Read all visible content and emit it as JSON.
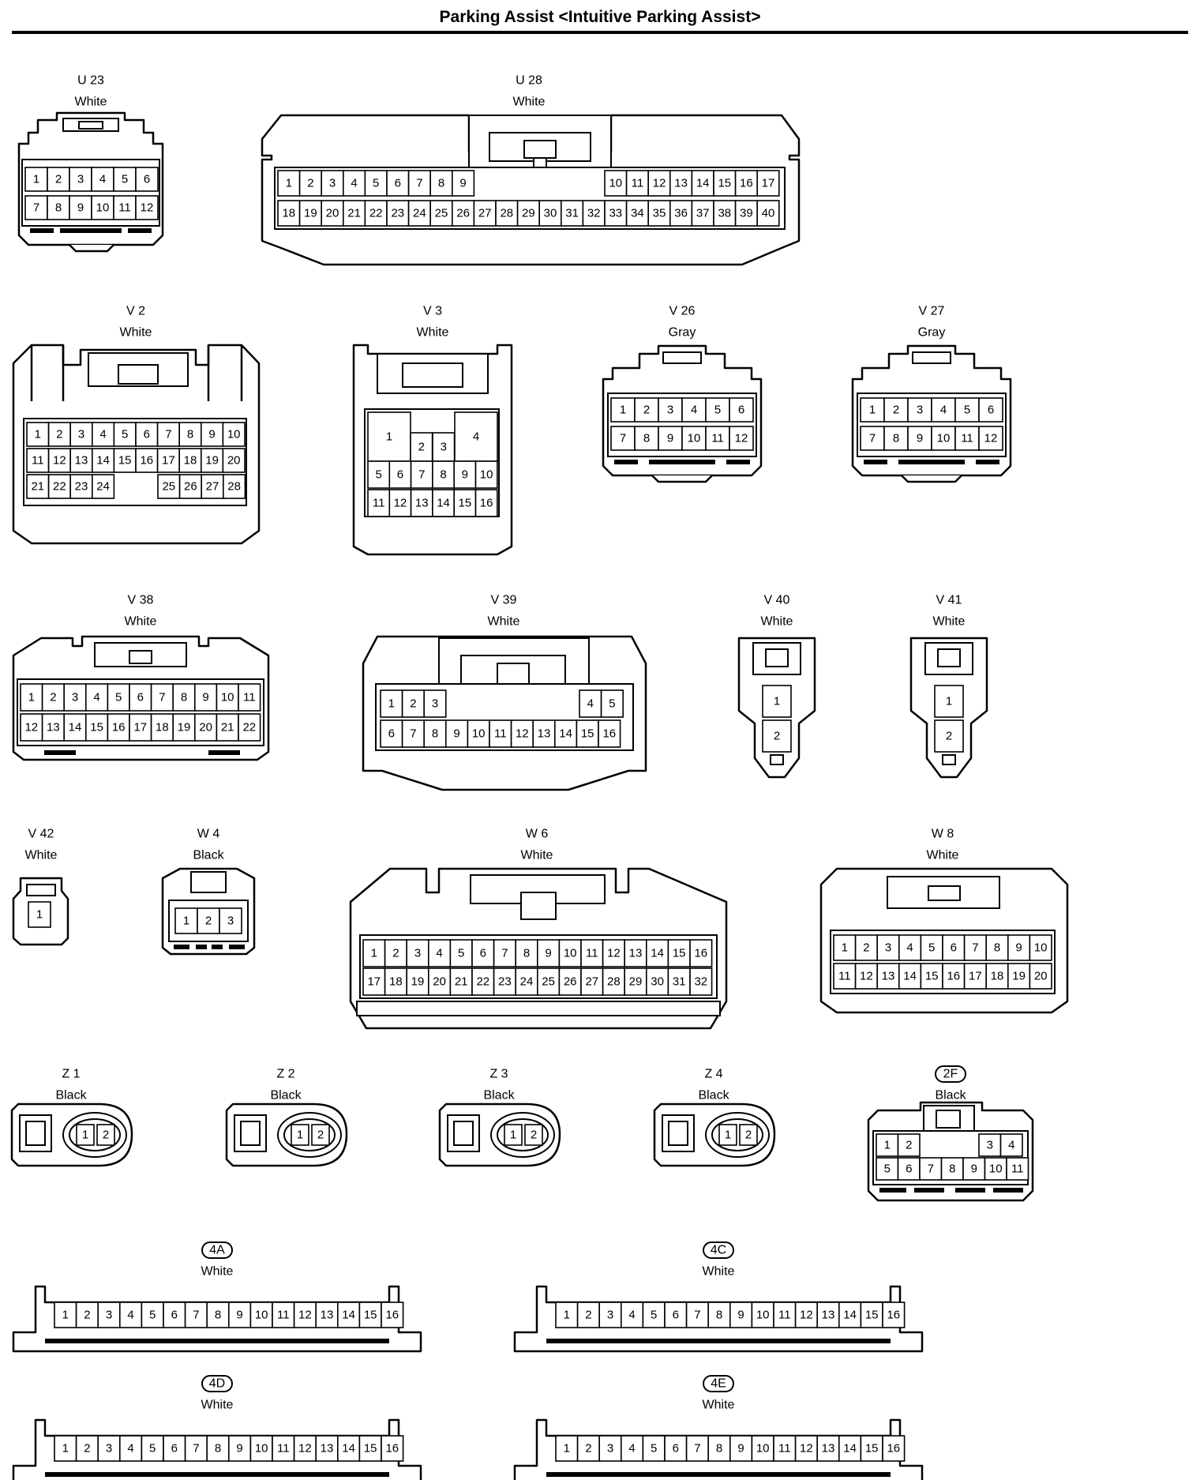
{
  "title": "Parking Assist <Intuitive Parking Assist>",
  "connectors": [
    {
      "id": "U 23",
      "color": "White",
      "pins": 12
    },
    {
      "id": "U 28",
      "color": "White",
      "pins": 40
    },
    {
      "id": "V 2",
      "color": "White",
      "pins": 28
    },
    {
      "id": "V 3",
      "color": "White",
      "pins": 16
    },
    {
      "id": "V 26",
      "color": "Gray",
      "pins": 12
    },
    {
      "id": "V 27",
      "color": "Gray",
      "pins": 12
    },
    {
      "id": "V 38",
      "color": "White",
      "pins": 22
    },
    {
      "id": "V 39",
      "color": "White",
      "pins": 16
    },
    {
      "id": "V 40",
      "color": "White",
      "pins": 2
    },
    {
      "id": "V 41",
      "color": "White",
      "pins": 2
    },
    {
      "id": "V 42",
      "color": "White",
      "pins": 1
    },
    {
      "id": "W 4",
      "color": "Black",
      "pins": 3
    },
    {
      "id": "W 6",
      "color": "White",
      "pins": 32
    },
    {
      "id": "W 8",
      "color": "White",
      "pins": 20
    },
    {
      "id": "Z 1",
      "color": "Black",
      "pins": 2
    },
    {
      "id": "Z 2",
      "color": "Black",
      "pins": 2
    },
    {
      "id": "Z 3",
      "color": "Black",
      "pins": 2
    },
    {
      "id": "Z 4",
      "color": "Black",
      "pins": 2
    },
    {
      "id": "2F",
      "color": "Black",
      "pins": 11,
      "badge": true
    },
    {
      "id": "4A",
      "color": "White",
      "pins": 16,
      "badge": true
    },
    {
      "id": "4C",
      "color": "White",
      "pins": 16,
      "badge": true
    },
    {
      "id": "4D",
      "color": "White",
      "pins": 16,
      "badge": true
    },
    {
      "id": "4E",
      "color": "White",
      "pins": 16,
      "badge": true
    }
  ]
}
